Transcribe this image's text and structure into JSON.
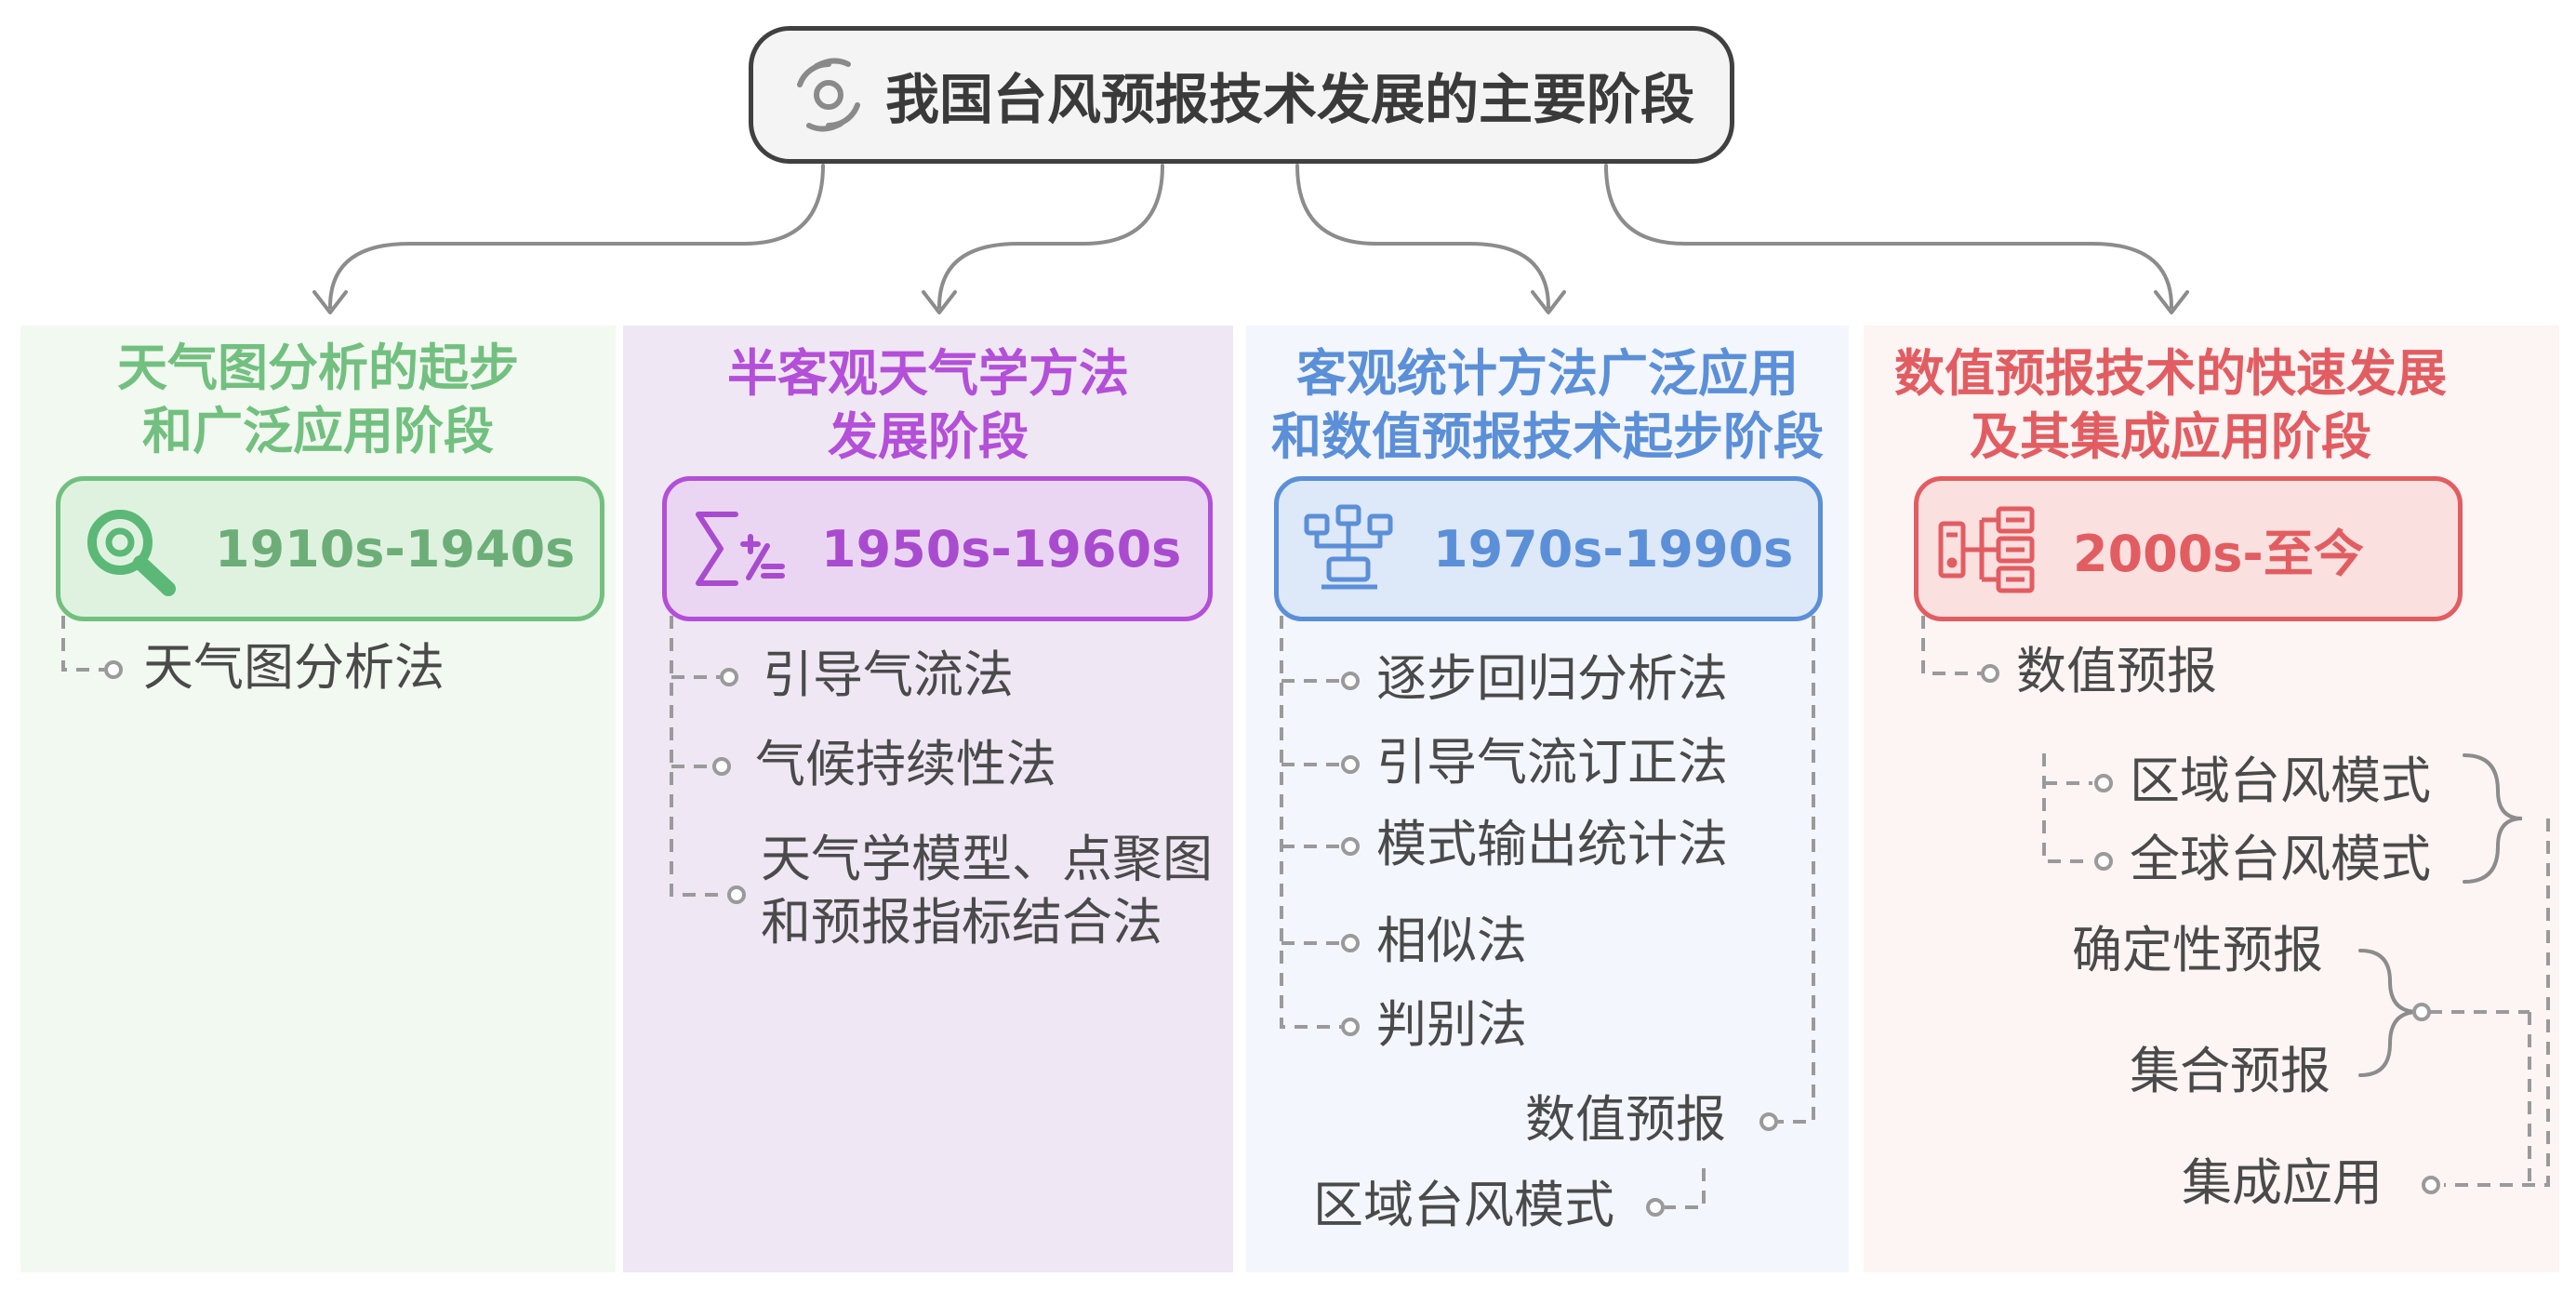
{
  "title": "我国台风预报技术发展的主要阶段",
  "colors": {
    "green": "#72c07f",
    "purple": "#b34fd8",
    "blue": "#5b8fd8",
    "red": "#e25d61",
    "connector": "#8c8c8c"
  },
  "columns": [
    {
      "title_lines": [
        "天气图分析的起步",
        "和广泛应用阶段"
      ],
      "period": "1910s-1940s",
      "icon": "magnifier-icon",
      "items": [
        "天气图分析法"
      ]
    },
    {
      "title_lines": [
        "半客观天气学方法",
        "发展阶段"
      ],
      "period": "1950s-1960s",
      "icon": "formula-icon",
      "items": [
        "引导气流法",
        "气候持续性法",
        "天气学模型、点聚图",
        "和预报指标结合法"
      ]
    },
    {
      "title_lines": [
        "客观统计方法广泛应用",
        "和数值预报技术起步阶段"
      ],
      "period": "1970s-1990s",
      "icon": "computer-network-icon",
      "items": [
        "逐步回归分析法",
        "引导气流订正法",
        "模式输出统计法",
        "相似法",
        "判别法",
        "数值预报",
        "区域台风模式"
      ]
    },
    {
      "title_lines": [
        "数值预报技术的快速发展",
        "及其集成应用阶段"
      ],
      "period": "2000s-至今",
      "icon": "server-tree-icon",
      "items": [
        "数值预报",
        "区域台风模式",
        "全球台风模式",
        "确定性预报",
        "集合预报",
        "集成应用"
      ]
    }
  ]
}
